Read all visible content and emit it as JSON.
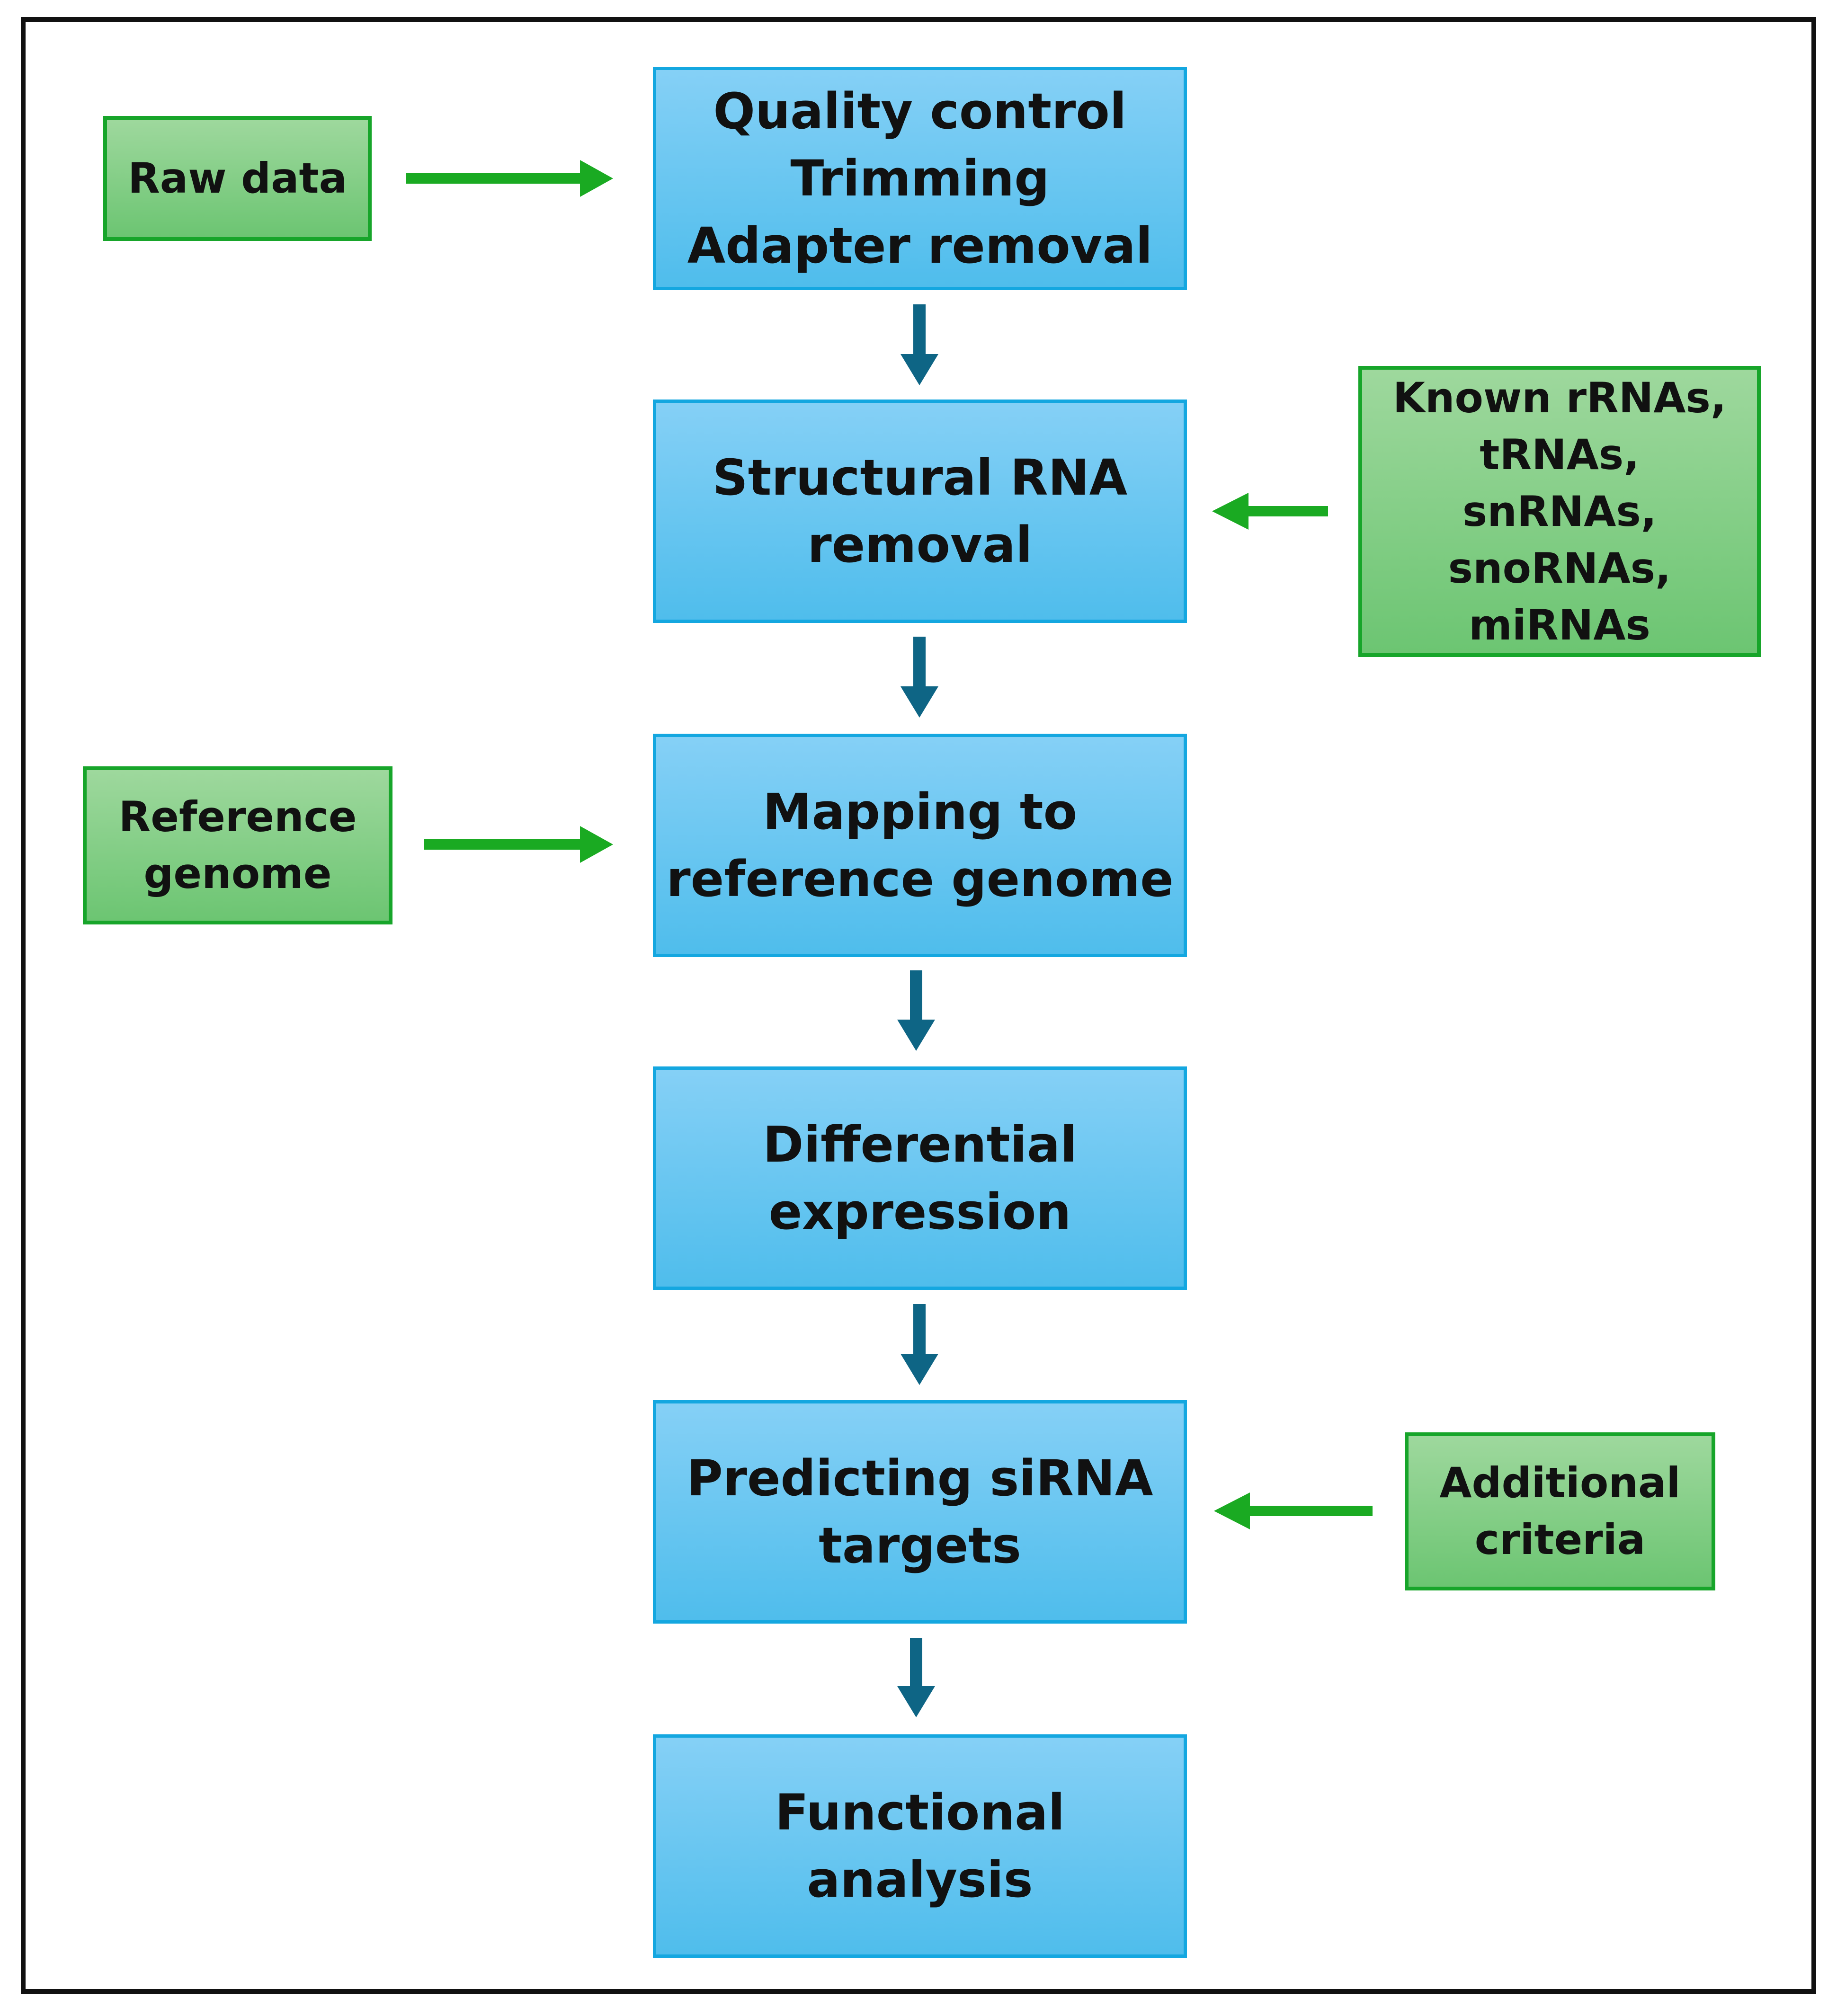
{
  "steps": [
    {
      "lines": [
        "Quality control",
        "Trimming",
        "Adapter removal"
      ]
    },
    {
      "lines": [
        "Structural RNA",
        "removal"
      ]
    },
    {
      "lines": [
        "Mapping to",
        "reference genome"
      ]
    },
    {
      "lines": [
        "Differential",
        "expression"
      ]
    },
    {
      "lines": [
        "Predicting siRNA",
        "targets"
      ]
    },
    {
      "lines": [
        "Functional",
        "analysis"
      ]
    }
  ],
  "inputs": {
    "raw_data": {
      "lines": [
        "Raw data"
      ]
    },
    "known_rnas": {
      "lines": [
        "Known rRNAs,",
        "tRNAs,",
        "snRNAs,",
        "snoRNAs,",
        "miRNAs"
      ]
    },
    "reference_genome": {
      "lines": [
        "Reference",
        "genome"
      ]
    },
    "additional_criteria": {
      "lines": [
        "Additional",
        "criteria"
      ]
    }
  },
  "colors": {
    "step_fill_top": "#85d0f6",
    "step_fill_bottom": "#4fbdec",
    "step_border": "#14a7e0",
    "input_fill_top": "#9ed89d",
    "input_fill_bottom": "#6cc572",
    "input_border": "#17a52a",
    "flow_arrow": "#0e6585",
    "input_arrow": "#1aaa22"
  }
}
